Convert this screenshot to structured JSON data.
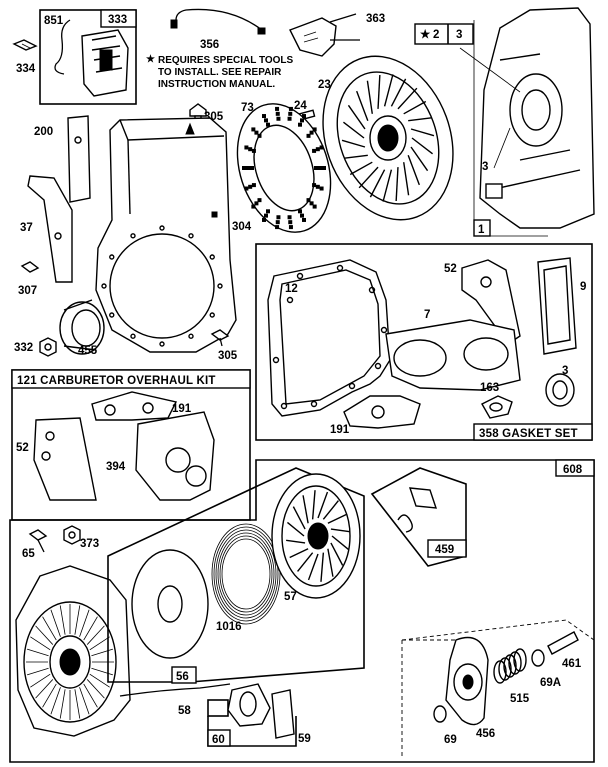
{
  "labels": {
    "l851": "851",
    "l333": "333",
    "l334": "334",
    "l356": "356",
    "l363": "363",
    "l305a": "305",
    "l73": "73",
    "l24": "24",
    "l23": "23",
    "l2": "2",
    "l3box": "3",
    "l200": "200",
    "l3side": "3",
    "l1": "1",
    "l304": "304",
    "l37": "37",
    "l307": "307",
    "l332": "332",
    "l455": "455",
    "l305b": "305",
    "l12": "12",
    "l52a": "52",
    "l9": "9",
    "l7": "7",
    "l3seal": "3",
    "l163": "163",
    "l191a": "191",
    "l191b": "191",
    "l52b": "52",
    "l394": "394",
    "l608": "608",
    "l65": "65",
    "l373": "373",
    "l1016": "1016",
    "l57": "57",
    "l459": "459",
    "l56": "56",
    "l58": "58",
    "l60": "60",
    "l59": "59",
    "l461": "461",
    "l69A": "69A",
    "l515": "515",
    "l69": "69",
    "l456": "456"
  },
  "notes": {
    "special_tools_1": "REQUIRES SPECIAL TOOLS",
    "special_tools_2": "TO INSTALL.  SEE REPAIR",
    "special_tools_3": "INSTRUCTION MANUAL.",
    "star": "★"
  },
  "kits": {
    "carburetor": "121 CARBURETOR OVERHAUL KIT",
    "gasket": "358 GASKET SET"
  }
}
